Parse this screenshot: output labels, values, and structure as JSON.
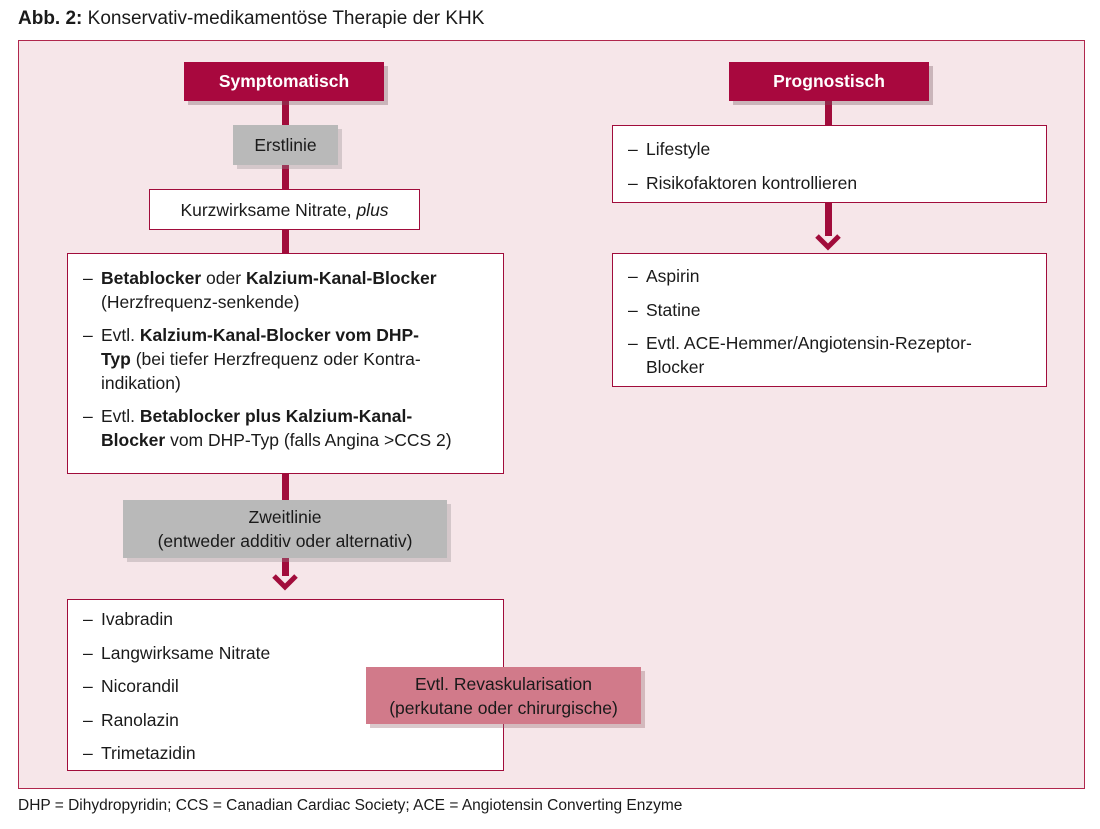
{
  "caption": {
    "label": "Abb. 2:",
    "title": "Konservativ-medikamentöse Therapie der KHK"
  },
  "dash": "–",
  "left": {
    "header": "Symptomatisch",
    "erstlinie": "Erstlinie",
    "nitrate": {
      "text": "Kurzwirksame Nitrate, ",
      "emph": "plus"
    },
    "firstline_items": [
      {
        "b1": "Betablocker",
        "t1": " oder ",
        "b2": "Kalzium-Kanal-Blocker",
        "t2": "(Herzfrequenz-senkende)"
      },
      {
        "t0": "Evtl. ",
        "b1a": "Kalzium-Kanal-Blocker vom DHP-",
        "b1b": "Typ",
        "t1a": " (bei tiefer Herzfrequenz oder Kontra-",
        "t1b": "indikation)"
      },
      {
        "t0": "Evtl. ",
        "b1a": "Betablocker plus Kalzium-Kanal-",
        "b1b": "Blocker",
        "t1": " vom DHP-Typ (falls Angina >CCS 2)"
      }
    ],
    "zweitlinie": {
      "line1": "Zweitlinie",
      "line2": "(entweder additiv oder alternativ)"
    },
    "secondline_items": [
      "Ivabradin",
      "Langwirksame Nitrate",
      "Nicorandil",
      "Ranolazin",
      "Trimetazidin"
    ],
    "revaskularisation": {
      "line1": "Evtl. Revaskularisation",
      "line2": "(perkutane oder chirurgische)"
    }
  },
  "right": {
    "header": "Prognostisch",
    "lifestyle_items": [
      "Lifestyle",
      "Risikofaktoren kontrollieren"
    ],
    "drug_items": [
      {
        "line1": "Aspirin"
      },
      {
        "line1": "Statine"
      },
      {
        "line1": "Evtl. ACE-Hemmer/Angiotensin-Rezeptor-",
        "line2": "Blocker"
      }
    ]
  },
  "footnote": "DHP = Dihydropyridin; CCS = Canadian Cardiac Society; ACE = Angiotensin Converting Enzyme",
  "colors": {
    "header_fill": "#a8083e",
    "connector": "#a10c3b",
    "panel_fill": "#f6e6e9",
    "grey_box": "#b9b9b9",
    "pink_box": "#d17a8a"
  }
}
